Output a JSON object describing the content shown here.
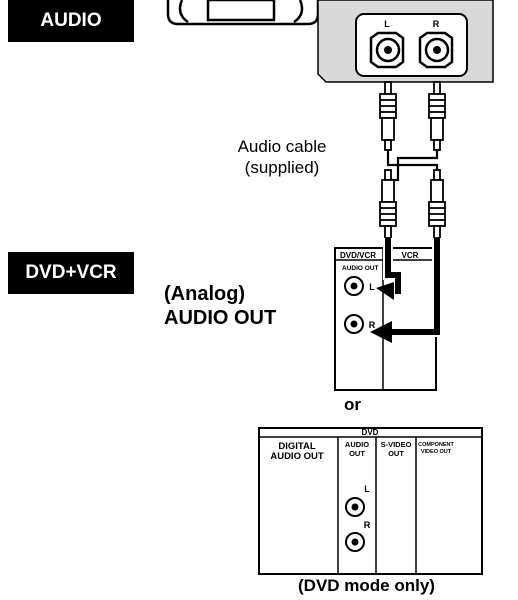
{
  "badges": {
    "audio": "AUDIO",
    "dvd_vcr": "DVD+VCR"
  },
  "amp_panel": {
    "left": "L",
    "right": "R"
  },
  "cable": {
    "line1": "Audio cable",
    "line2": "(supplied)"
  },
  "analog": {
    "line1": "(Analog)",
    "line2": "AUDIO OUT"
  },
  "dvdvcr_panel": {
    "header_left": "DVD/VCR",
    "header_right": "VCR",
    "audio_out": "AUDIO OUT",
    "left": "L",
    "right": "R"
  },
  "or_text": "or",
  "dvd_panel": {
    "header": "DVD",
    "digital_line1": "DIGITAL",
    "digital_line2": "AUDIO OUT",
    "audio_line1": "AUDIO",
    "audio_line2": "OUT",
    "svideo_line1": "S-VIDEO",
    "svideo_line2": "OUT",
    "component_line1": "COMPONENT",
    "component_line2": "VIDEO OUT",
    "left": "L",
    "right": "R"
  },
  "footnote": "(DVD mode only)",
  "colors": {
    "panel_gray": "#d9d9d9",
    "ink": "#000000",
    "badge_bg": "#000000",
    "badge_text": "#ffffff"
  }
}
